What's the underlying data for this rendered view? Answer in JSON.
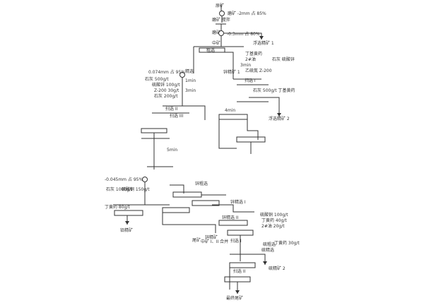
{
  "labels": {
    "ore": "原矿",
    "grind1": "磨矿 -2mm 占 85%",
    "grind1_sub": "磨矿 搅拌",
    "regrind": "磨矿",
    "fineness": "-0.3mm 占 80%",
    "tailing1": "浮选精矿 1",
    "pb_rough": "粗选",
    "reag_a": "丁基黄药",
    "reag_b": "2#油",
    "reag_3min": "3min",
    "reag_c": "石灰 硫酸锌",
    "reag_d": "乙硫氮 Z-200",
    "middling": "中矿",
    "sp1": "扫选 I",
    "zn_conc": "锌精矿 1",
    "cleaner": "精选",
    "cyclone": "0.074mm 占 95%",
    "reag_e": "石灰 500g/t",
    "reag_f": "硫酸锌 100g/t",
    "reag_g": "Z-200 30g/t",
    "time1": "1min",
    "time2": "3min",
    "reag_h": "石灰 200g/t",
    "sp2": "扫选 II",
    "sp3": "扫选 III",
    "zn_conc2": "浮选精矿 2",
    "reag_i": "石灰 500g/t 丁基黄药",
    "pb_conc": "铅精矿",
    "fine_grind": "-0.045mm 占 95%",
    "reag_j": "石灰 1000g/t",
    "reag_k": "硫酸铜 150g/t",
    "reag_l": "丁黄药 80g/t",
    "zn_rough": "锌粗选",
    "zn_clean1": "锌精选 I",
    "zn_clean2": "锌精选 II",
    "scav1": "扫选 I",
    "scav2": "扫选 II",
    "reag_m": "硫酸铜 100g/t",
    "reag_n": "丁黄药 40g/t",
    "reag_o": "2#油 20g/t",
    "zn_final": "锌精矿",
    "mid_ore": "中矿 I、II 合并",
    "tail_s": "尾矿",
    "s_rough": "硫粗选",
    "s_clean": "硫精选",
    "reag_p": "丁黄药 30g/t",
    "s_conc": "硫精矿 2",
    "final_tail": "最终尾矿",
    "time_a": "4min",
    "time_b": "5min"
  }
}
